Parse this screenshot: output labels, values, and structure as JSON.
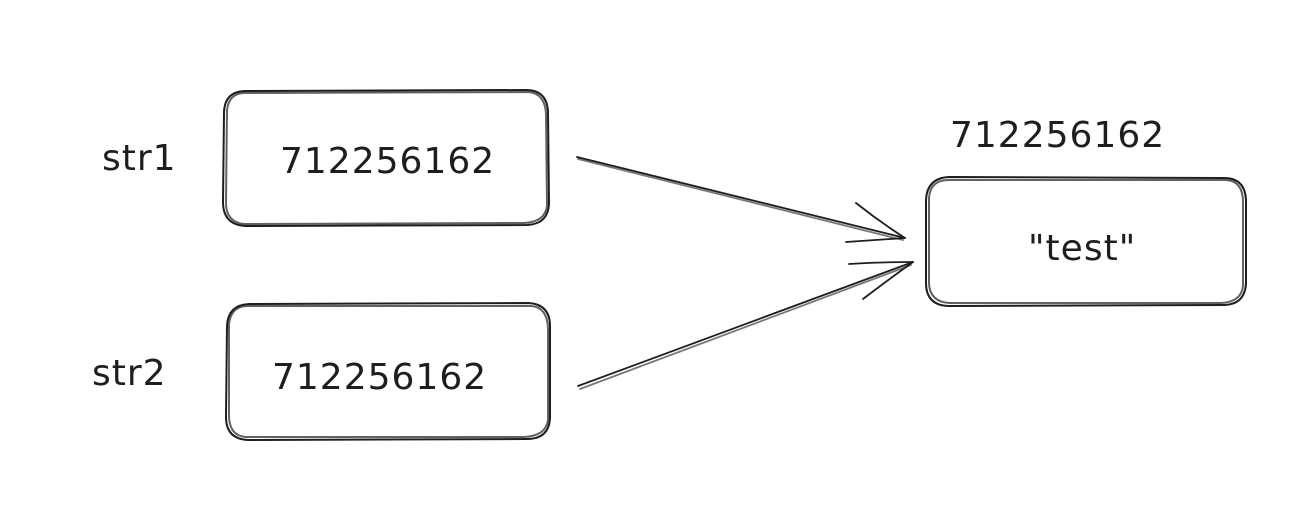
{
  "variables": [
    {
      "name": "str1",
      "reference": "712256162"
    },
    {
      "name": "str2",
      "reference": "712256162"
    }
  ],
  "target": {
    "address": "712256162",
    "value": "\"test\""
  },
  "colors": {
    "stroke": "#1e1e1e",
    "background": "#ffffff"
  }
}
